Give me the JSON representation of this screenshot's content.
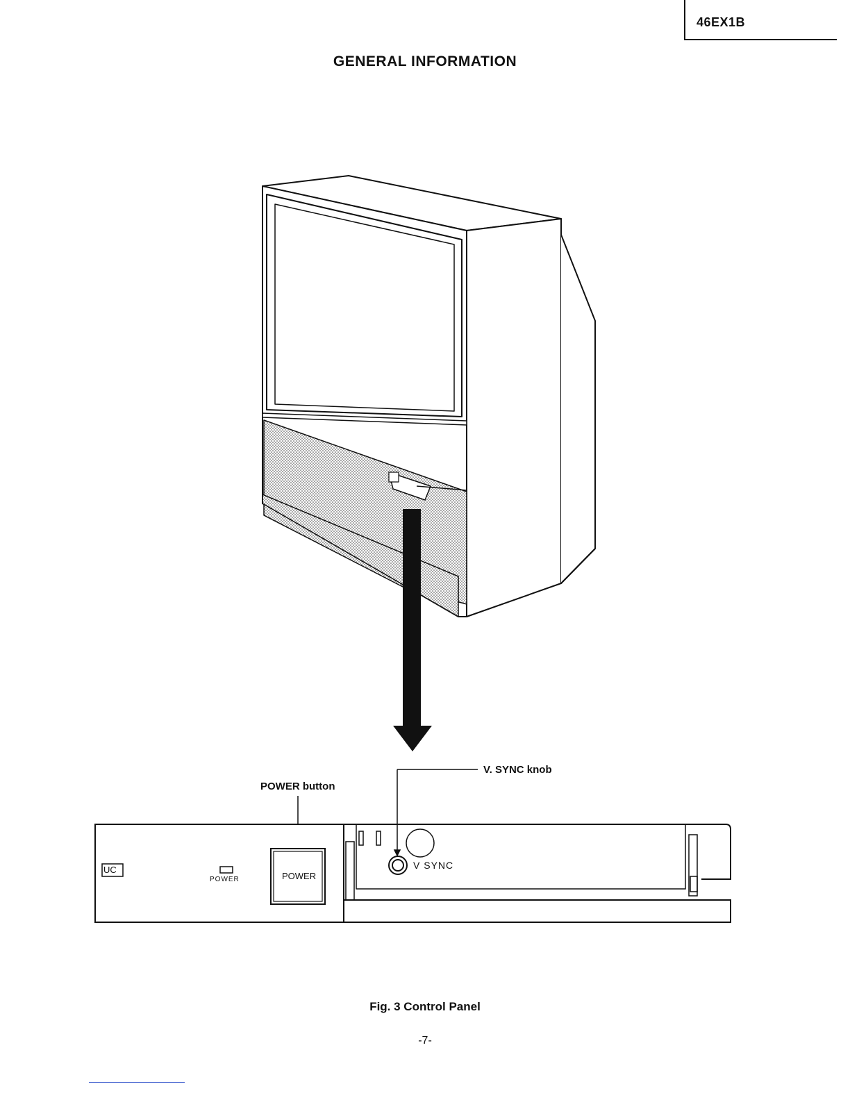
{
  "header": {
    "model": "46EX1B",
    "title": "GENERAL INFORMATION"
  },
  "callouts": {
    "power_button": "POWER button",
    "vsync_knob": "V. SYNC knob"
  },
  "panel": {
    "badge": "UC",
    "indicator_label": "POWER",
    "button_label": "POWER",
    "knob_label": "V SYNC"
  },
  "caption": "Fig. 3 Control Panel",
  "page_number": "-7-"
}
